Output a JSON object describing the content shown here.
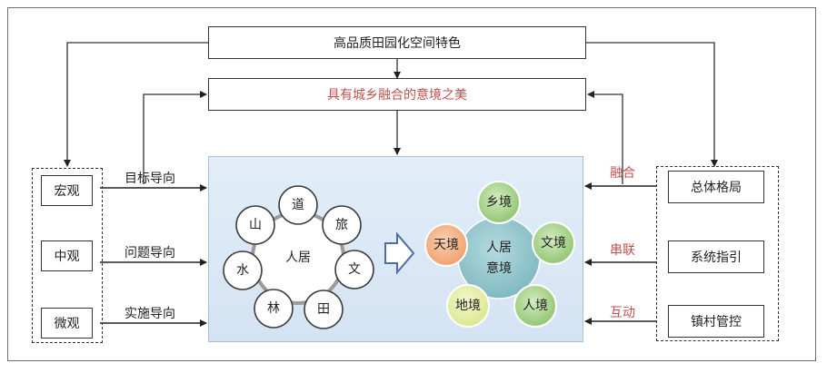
{
  "top": {
    "title": "高品质田园化空间特色",
    "subtitle": "具有城乡融合的意境之美"
  },
  "left": {
    "levels": [
      "宏观",
      "中观",
      "微观"
    ],
    "arrows": [
      "目标导向",
      "问题导向",
      "实施导向"
    ]
  },
  "right": {
    "items": [
      "总体格局",
      "系统指引",
      "镇村管控"
    ],
    "arrows": [
      "融合",
      "串联",
      "互动"
    ]
  },
  "left_diagram": {
    "center": "人居",
    "petals": [
      "道",
      "旅",
      "文",
      "田",
      "林",
      "水",
      "山"
    ]
  },
  "right_diagram": {
    "center_line1": "人居",
    "center_line2": "意境",
    "bubbles": [
      "乡境",
      "文境",
      "人境",
      "地境",
      "天境"
    ]
  },
  "colors": {
    "accent_red": "#c0504d",
    "bubble_green": "#a9d18e",
    "bubble_orange": "#f4b183",
    "bubble_yellow": "#e6f0a0",
    "center_teal": "#8fc3c9",
    "panel_blue": "#dce8f5"
  }
}
